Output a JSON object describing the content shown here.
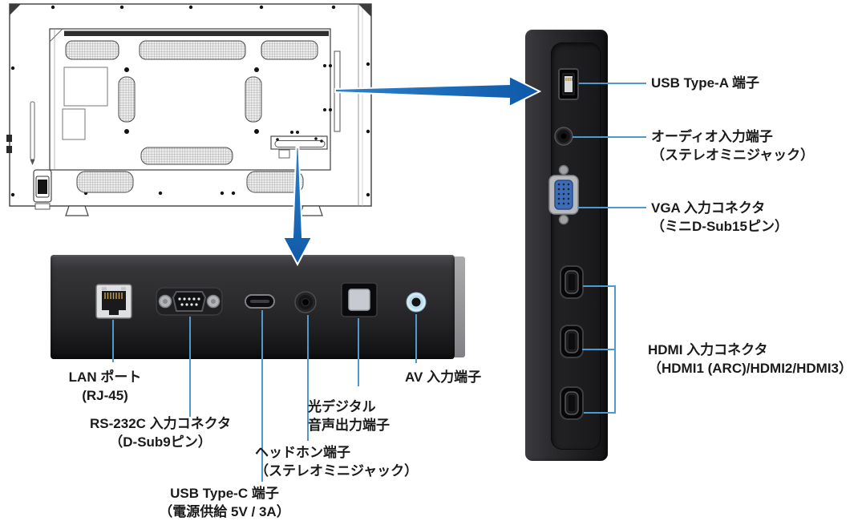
{
  "labels": {
    "lan": {
      "line1": "LAN ポート",
      "line2": "(RJ-45)"
    },
    "rs232c": {
      "line1": "RS-232C 入力コネクタ",
      "line2": "（D-Sub9ピン）"
    },
    "usb_c": {
      "line1": "USB Type-C 端子",
      "line2": "（電源供給 5V / 3A）"
    },
    "headphone": {
      "line1": "ヘッドホン端子",
      "line2": "（ステレオミニジャック）"
    },
    "optical": {
      "line1": "光デジタル",
      "line2": "音声出力端子"
    },
    "av": {
      "line1": "AV 入力端子"
    },
    "usb_a": {
      "line1": "USB Type-A 端子"
    },
    "audio_in": {
      "line1": "オーディオ入力端子",
      "line2": "（ステレオミニジャック）"
    },
    "vga": {
      "line1": "VGA 入力コネクタ",
      "line2": "（ミニD-Sub15ピン）"
    },
    "hdmi": {
      "line1": "HDMI 入力コネクタ",
      "line2": "（HDMI1 (ARC)/HDMI2/HDMI3）"
    }
  },
  "colors": {
    "leader_line": "#4F9ACC",
    "arrow_blue": "#1D6FC2",
    "label_text": "#1A1A1A",
    "vga_connector_blue": "#3E6CB4",
    "av_jack_ring": "#D7ECF5"
  }
}
